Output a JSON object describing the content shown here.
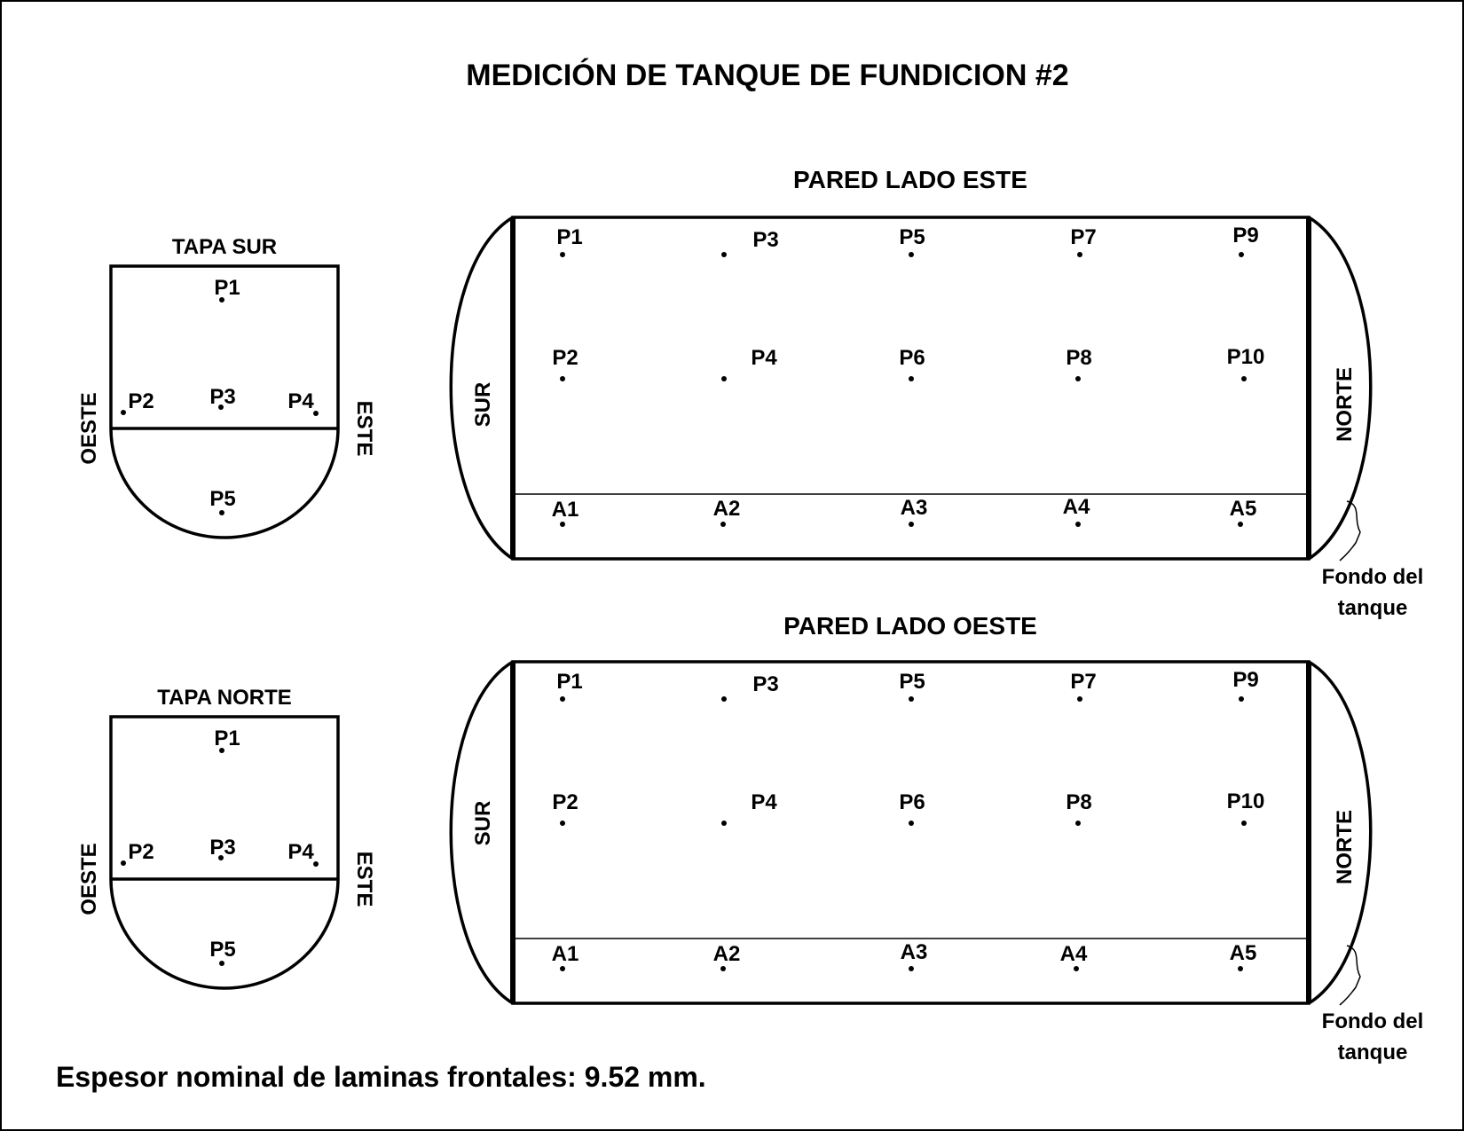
{
  "title": "MEDICIÓN DE TANQUE DE FUNDICION #2",
  "footer_note": "Espesor nominal de laminas frontales: 9.52 mm.",
  "caps": [
    {
      "title": "TAPA SUR",
      "left_label": "OESTE",
      "right_label": "ESTE",
      "points": [
        "P1",
        "P2",
        "P3",
        "P4",
        "P5"
      ]
    },
    {
      "title": "TAPA NORTE",
      "left_label": "OESTE",
      "right_label": "ESTE",
      "points": [
        "P1",
        "P2",
        "P3",
        "P4",
        "P5"
      ]
    }
  ],
  "walls": [
    {
      "title": "PARED LADO ESTE",
      "left_end": "SUR",
      "right_end": "NORTE",
      "top_points": [
        "P1",
        "P3",
        "P5",
        "P7",
        "P9"
      ],
      "mid_points": [
        "P2",
        "P4",
        "P6",
        "P8",
        "P10"
      ],
      "bottom_points": [
        "A1",
        "A2",
        "A3",
        "A4",
        "A5"
      ],
      "bottom_note": [
        "Fondo del",
        "tanque"
      ]
    },
    {
      "title": "PARED LADO OESTE",
      "left_end": "SUR",
      "right_end": "NORTE",
      "top_points": [
        "P1",
        "P3",
        "P5",
        "P7",
        "P9"
      ],
      "mid_points": [
        "P2",
        "P4",
        "P6",
        "P8",
        "P10"
      ],
      "bottom_points": [
        "A1",
        "A2",
        "A3",
        "A4",
        "A5"
      ],
      "bottom_note": [
        "Fondo del",
        "tanque"
      ]
    }
  ]
}
